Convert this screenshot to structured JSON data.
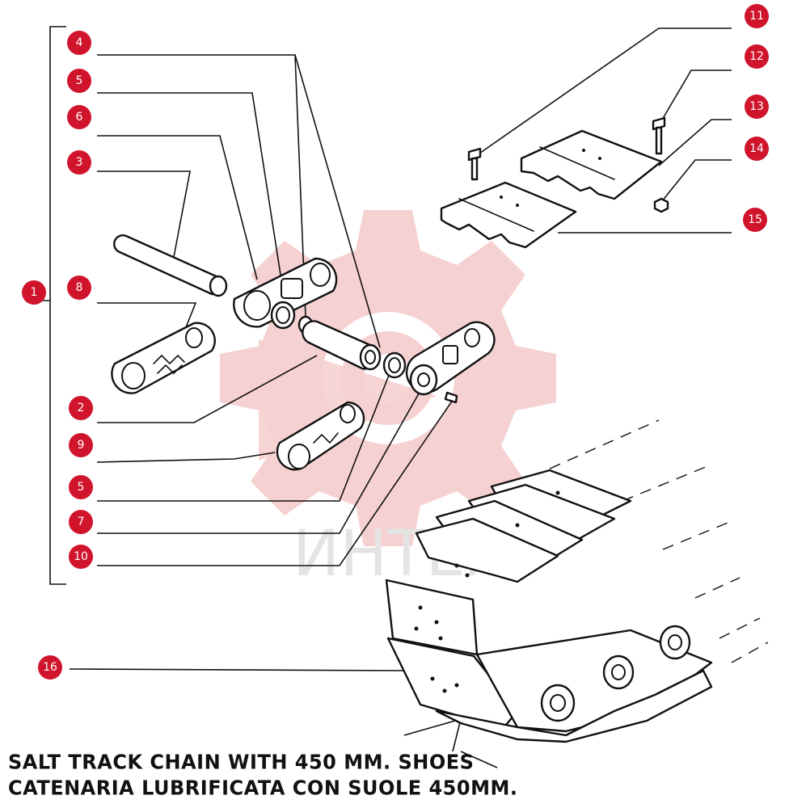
{
  "callouts": [
    {
      "id": "c1",
      "label": "1"
    },
    {
      "id": "c2",
      "label": "2"
    },
    {
      "id": "c3",
      "label": "3"
    },
    {
      "id": "c4",
      "label": "4"
    },
    {
      "id": "c5a",
      "label": "5"
    },
    {
      "id": "c5b",
      "label": "5"
    },
    {
      "id": "c6",
      "label": "6"
    },
    {
      "id": "c7",
      "label": "7"
    },
    {
      "id": "c8",
      "label": "8"
    },
    {
      "id": "c9",
      "label": "9"
    },
    {
      "id": "c10",
      "label": "10"
    },
    {
      "id": "c11",
      "label": "11"
    },
    {
      "id": "c12",
      "label": "12"
    },
    {
      "id": "c13",
      "label": "13"
    },
    {
      "id": "c14",
      "label": "14"
    },
    {
      "id": "c15",
      "label": "15"
    },
    {
      "id": "c16",
      "label": "16"
    }
  ],
  "caption": {
    "line1": "SALT TRACK CHAIN WITH 450 MM. SHOES",
    "line2": "CATENARIA LUBRIFICATA CON SUOLE 450MM."
  },
  "watermark": {
    "text": "ИНТЕХ"
  },
  "colors": {
    "callout": "#d0142c",
    "watermark_gear": "#f5c9c9",
    "line": "#111111"
  }
}
